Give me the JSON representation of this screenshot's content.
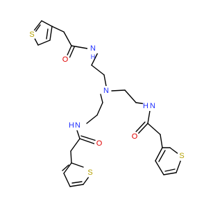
{
  "molecule": {
    "atoms": [
      {
        "id": "S_top",
        "symbol": "S",
        "color": "#b4a000"
      },
      {
        "id": "O_top",
        "symbol": "O",
        "color": "#e00000"
      },
      {
        "id": "NH_top",
        "symbol": "H",
        "color": "#2030ff"
      },
      {
        "id": "N_center",
        "symbol": "N",
        "color": "#2030ff"
      },
      {
        "id": "NH_right",
        "symbol": "H",
        "color": "#2030ff"
      },
      {
        "id": "O_right",
        "symbol": "O",
        "color": "#e00000"
      },
      {
        "id": "NH_left",
        "symbol": "H",
        "color": "#2030ff"
      },
      {
        "id": "O_left",
        "symbol": "O",
        "color": "#e00000"
      },
      {
        "id": "S_left",
        "symbol": "S",
        "color": "#b4a000"
      },
      {
        "id": "S_right",
        "symbol": "S",
        "color": "#b4a000"
      }
    ],
    "nh_prefix": "N",
    "bond_color": "#000000"
  }
}
